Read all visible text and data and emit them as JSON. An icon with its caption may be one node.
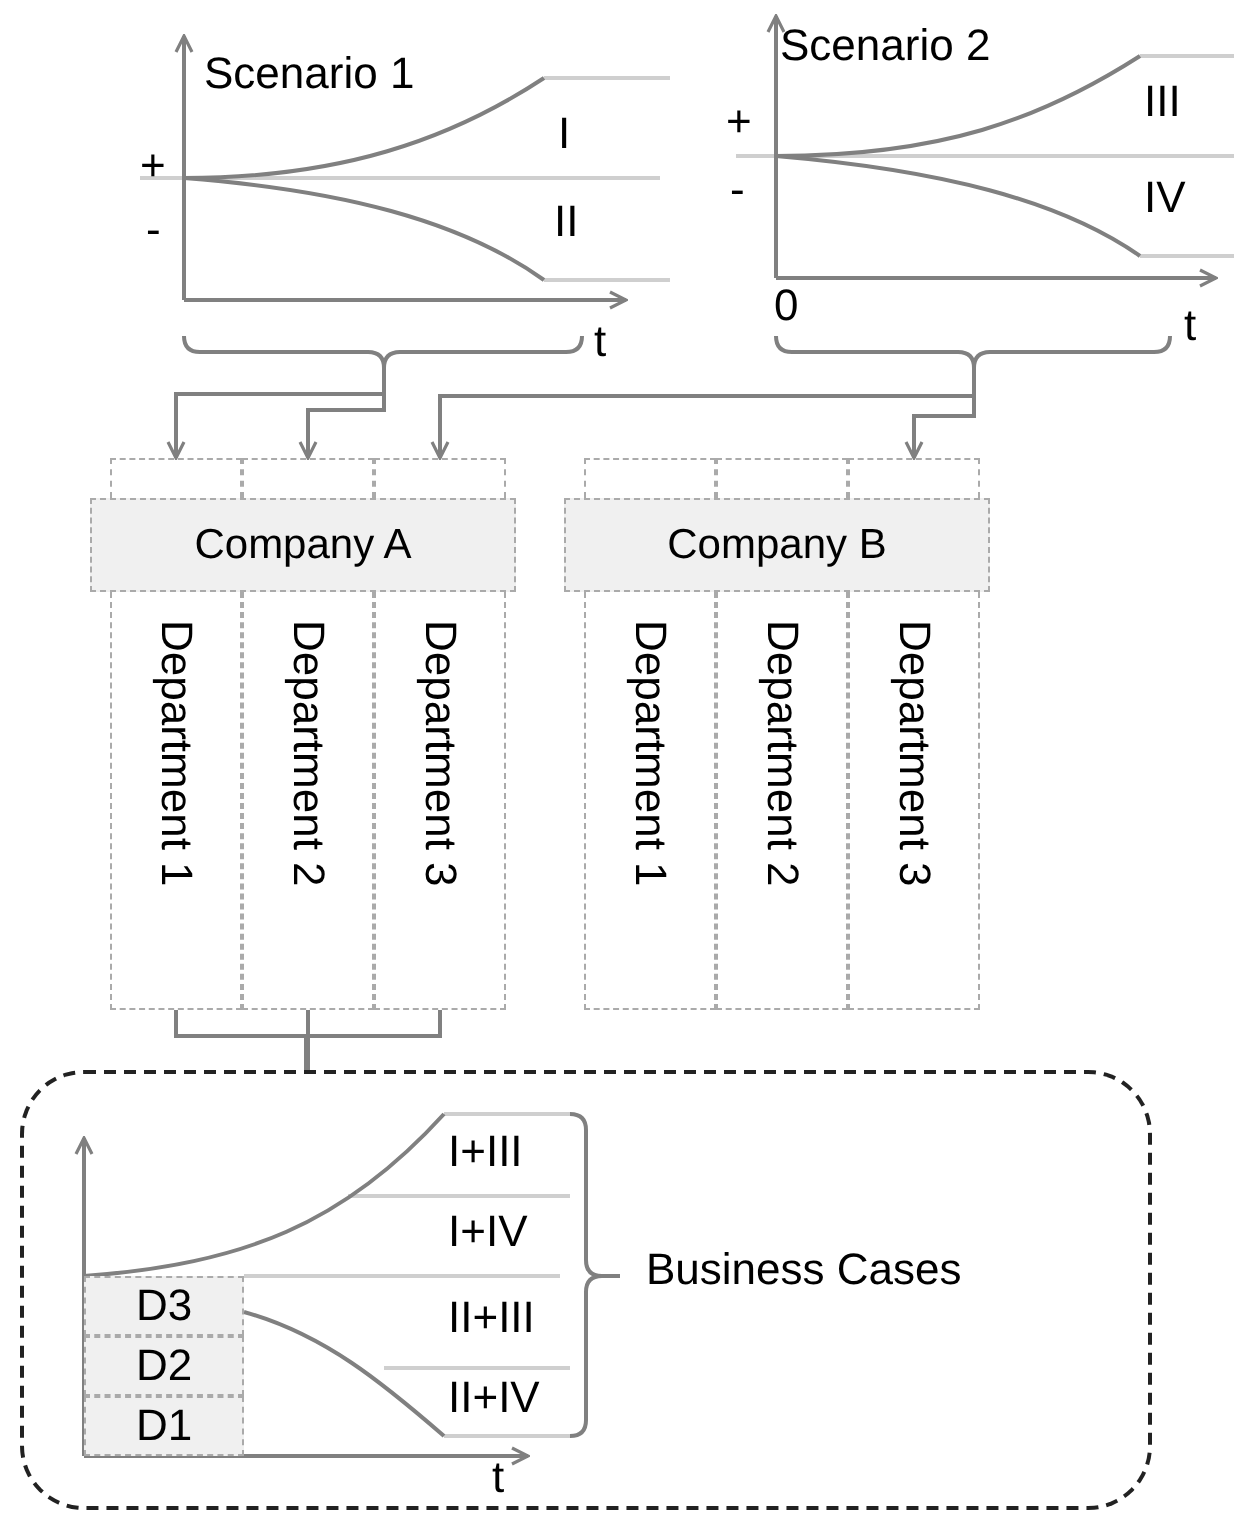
{
  "diagram": {
    "nodes": [
      {
        "text": [
          "Scenario 1",
          "+",
          "I",
          "-",
          "II",
          "t"
        ]
      },
      {
        "text": [
          "Scenario 2",
          "+",
          "III",
          "-",
          "IV",
          "0",
          "t"
        ]
      },
      {
        "text": [
          "Company A"
        ]
      },
      {
        "text": [],
        "shape": "box"
      },
      {
        "text": [],
        "shape": "box"
      },
      {
        "text": [],
        "shape": "box"
      },
      {
        "text": [
          "Department 1"
        ]
      },
      {
        "text": [
          "Department 2"
        ]
      },
      {
        "text": [
          "Department 3"
        ]
      },
      {
        "text": [
          "Company B"
        ]
      },
      {
        "text": [],
        "shape": "box"
      },
      {
        "text": [],
        "shape": "box"
      },
      {
        "text": [],
        "shape": "box"
      },
      {
        "text": [
          "Department 1"
        ]
      },
      {
        "text": [
          "Department 2"
        ]
      },
      {
        "text": [
          "Department 3"
        ]
      },
      {
        "text": [
          "I+III",
          "I+IV",
          "II+III",
          "II+IV",
          "Business Cases",
          "t"
        ]
      },
      {
        "text": [
          "D3"
        ],
        "in": 16
      },
      {
        "text": [
          "D2"
        ],
        "in": 16
      },
      {
        "text": [
          "D1"
        ],
        "in": 16
      }
    ],
    "edges": [
      {
        "from": 0,
        "to": 3,
        "arrow": "to"
      },
      {
        "from": 0,
        "to": 4,
        "arrow": "to"
      },
      {
        "from": 1,
        "to": 5,
        "arrow": "to"
      },
      {
        "from": 1,
        "to": 12,
        "arrow": "to"
      },
      {
        "from": 6,
        "to": 16,
        "arrow": "none"
      },
      {
        "from": 7,
        "to": 16,
        "arrow": "none"
      },
      {
        "from": 8,
        "to": 16,
        "arrow": "none"
      }
    ]
  }
}
